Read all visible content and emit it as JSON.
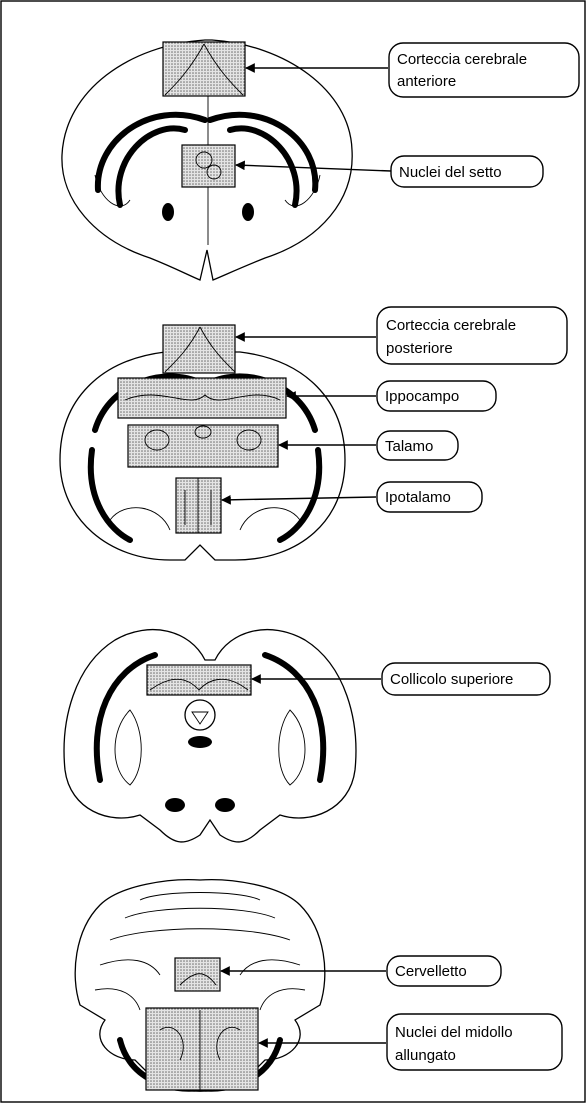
{
  "labels": {
    "corteccia_anteriore_1": "Corteccia cerebrale",
    "corteccia_anteriore_2": "anteriore",
    "nuclei_setto": "Nuclei del setto",
    "corteccia_posteriore_1": "Corteccia cerebrale",
    "corteccia_posteriore_2": "posteriore",
    "ippocampo": "Ippocampo",
    "talamo": "Talamo",
    "ipotalamo": "Ipotalamo",
    "collicolo": "Collicolo superiore",
    "cervelletto": "Cervelletto",
    "nuclei_midollo_1": "Nuclei del midollo",
    "nuclei_midollo_2": "allungato"
  },
  "colors": {
    "ink": "#000000",
    "stipple": "#9a9a9a",
    "paper": "#ffffff"
  }
}
